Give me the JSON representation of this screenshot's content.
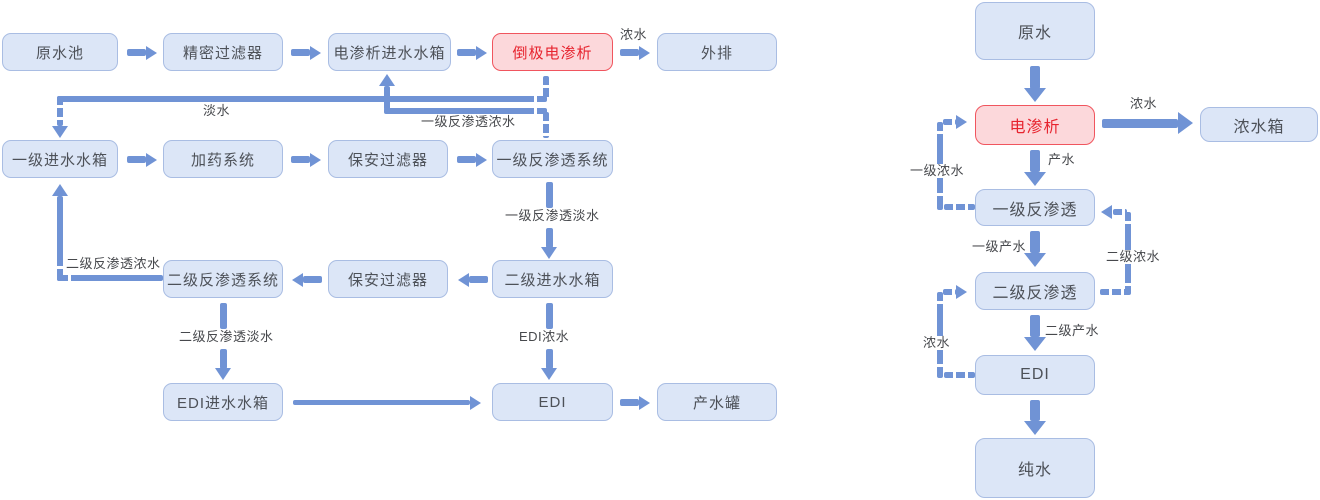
{
  "colors": {
    "node_fill": "#dce6f7",
    "node_border": "#a9bde3",
    "node_text": "#4d5158",
    "highlight_fill": "#fcd8db",
    "highlight_border": "#f0555e",
    "highlight_text": "#e7242f",
    "flow_blue": "#7093d5",
    "label_text": "#47494d"
  },
  "left": {
    "nodes": {
      "raw_water_pool": "原水池",
      "precision_filter": "精密过滤器",
      "ed_feed_tank": "电渗析进水水箱",
      "edr": "倒极电渗析",
      "outfall": "外排",
      "stage1_feed_tank": "一级进水水箱",
      "dosing_system": "加药系统",
      "security_filter_1": "保安过滤器",
      "ro1_system": "一级反渗透系统",
      "ro2_system": "二级反渗透系统",
      "security_filter_2": "保安过滤器",
      "stage2_feed_tank": "二级进水水箱",
      "edi_feed_tank": "EDI进水水箱",
      "edi": "EDI",
      "product_tank": "产水罐"
    },
    "labels": {
      "concentrate": "浓水",
      "fresh_water": "淡水",
      "ro1_concentrate": "一级反渗透浓水",
      "ro1_permeate": "一级反渗透淡水",
      "ro2_concentrate": "二级反渗透浓水",
      "ro2_permeate": "二级反渗透淡水",
      "edi_concentrate": "EDI浓水"
    }
  },
  "right": {
    "nodes": {
      "raw_water": "原水",
      "ed": "电渗析",
      "concentrate_tank": "浓水箱",
      "ro1": "一级反渗透",
      "ro2": "二级反渗透",
      "edi": "EDI",
      "pure_water": "纯水"
    },
    "labels": {
      "concentrate": "浓水",
      "product_water": "产水",
      "stage1_concentrate": "一级浓水",
      "stage1_product": "一级产水",
      "stage2_concentrate": "二级浓水",
      "stage2_product": "二级产水",
      "edi_concentrate": "浓水"
    }
  }
}
